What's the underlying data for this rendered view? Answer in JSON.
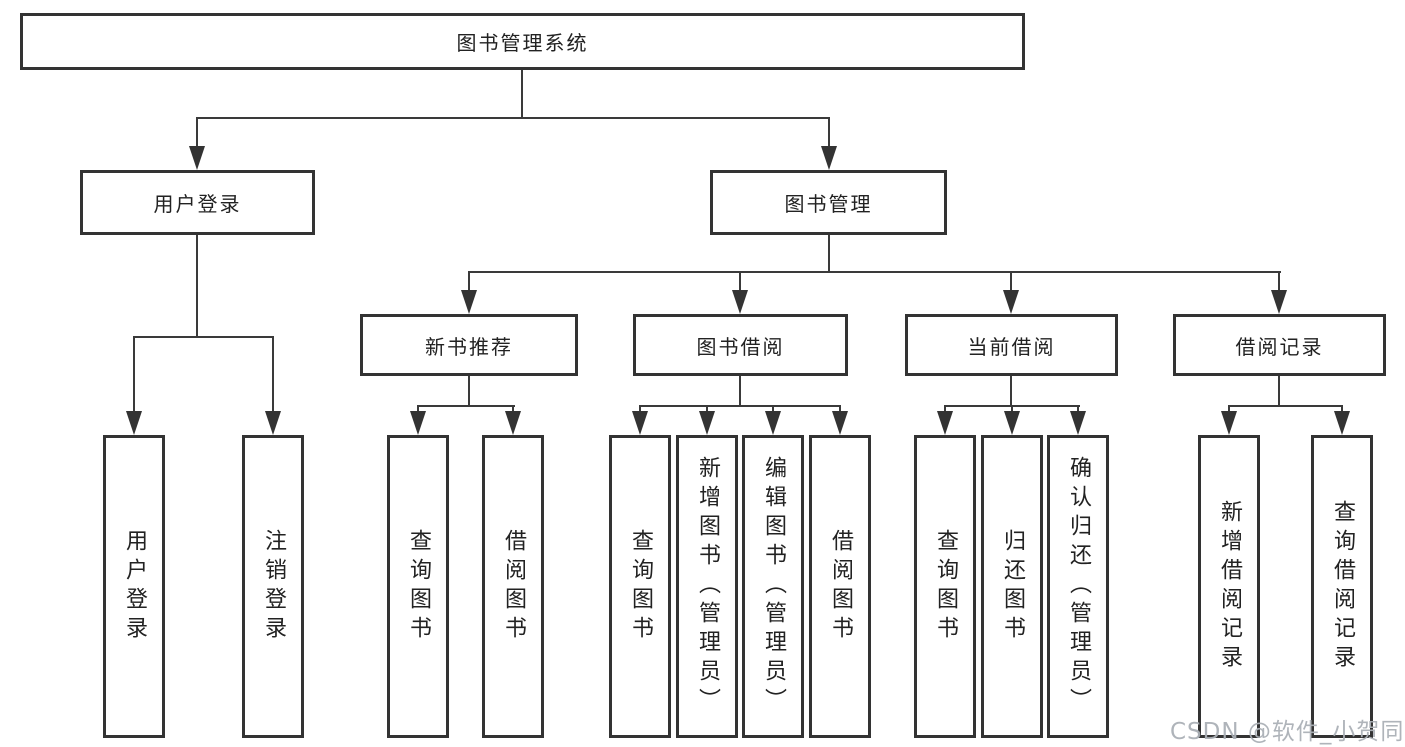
{
  "tree": {
    "root": {
      "label": "图书管理系统",
      "children": [
        {
          "label": "用户登录",
          "children": [
            {
              "label": "用户登录"
            },
            {
              "label": "注销登录"
            }
          ]
        },
        {
          "label": "图书管理",
          "children": [
            {
              "label": "新书推荐",
              "children": [
                {
                  "label": "查询图书"
                },
                {
                  "label": "借阅图书"
                }
              ]
            },
            {
              "label": "图书借阅",
              "children": [
                {
                  "label": "查询图书"
                },
                {
                  "label": "新增图书（管理员）"
                },
                {
                  "label": "编辑图书（管理员）"
                },
                {
                  "label": "借阅图书"
                }
              ]
            },
            {
              "label": "当前借阅",
              "children": [
                {
                  "label": "查询图书"
                },
                {
                  "label": "归还图书"
                },
                {
                  "label": "确认归还（管理员）"
                }
              ]
            },
            {
              "label": "借阅记录",
              "children": [
                {
                  "label": "新增借阅记录"
                },
                {
                  "label": "查询借阅记录"
                }
              ]
            }
          ]
        }
      ]
    }
  },
  "watermark": {
    "text": "CSDN @软件_小贺同学"
  },
  "colors": {
    "background": "#ffffff",
    "box_border": "#333333",
    "connector_line": "#3a3a3a",
    "text": "#222222",
    "watermark_text": "#abb0b6"
  }
}
